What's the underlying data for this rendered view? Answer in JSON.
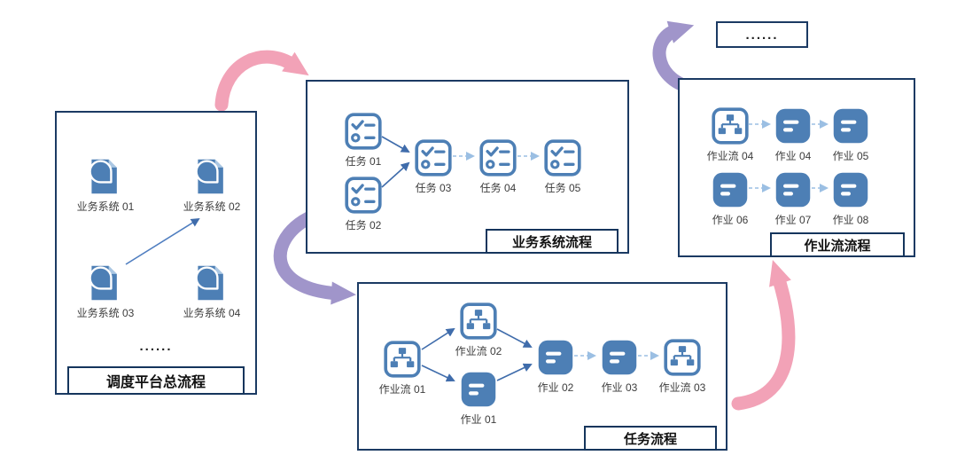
{
  "diagram": {
    "type": "flow-diagram",
    "colors": {
      "icon_blue": "#4d7fb5",
      "box_border": "#1b3a63",
      "arrow_pink": "#f2a2b7",
      "arrow_purple": "#a095ca",
      "connector_solid": "#3f6cab",
      "connector_dashed": "#9bbfe3"
    },
    "ellipsis_top": {
      "label": "......"
    },
    "platform_box": {
      "title": "调度平台总流程",
      "ellipsis": "......",
      "items": [
        {
          "label": "业务系统 01",
          "icon": "document-icon"
        },
        {
          "label": "业务系统 02",
          "icon": "document-icon"
        },
        {
          "label": "业务系统 03",
          "icon": "document-icon"
        },
        {
          "label": "业务系统 04",
          "icon": "document-icon"
        }
      ]
    },
    "business_box": {
      "title": "业务系统流程",
      "items": [
        {
          "label": "任务 01",
          "icon": "checklist-icon"
        },
        {
          "label": "任务 02",
          "icon": "checklist-icon"
        },
        {
          "label": "任务 03",
          "icon": "checklist-icon"
        },
        {
          "label": "任务 04",
          "icon": "checklist-icon"
        },
        {
          "label": "任务 05",
          "icon": "checklist-icon"
        }
      ]
    },
    "task_box": {
      "title": "任务流程",
      "items": [
        {
          "label": "作业流 01",
          "icon": "sitemap-icon"
        },
        {
          "label": "作业流 02",
          "icon": "sitemap-icon"
        },
        {
          "label": "作业 01",
          "icon": "job-card-icon"
        },
        {
          "label": "作业 02",
          "icon": "job-card-icon"
        },
        {
          "label": "作业 03",
          "icon": "job-card-icon"
        },
        {
          "label": "作业流 03",
          "icon": "sitemap-icon"
        }
      ]
    },
    "jobflow_box": {
      "title": "作业流流程",
      "items": [
        {
          "label": "作业流 04",
          "icon": "sitemap-icon"
        },
        {
          "label": "作业 04",
          "icon": "job-card-icon"
        },
        {
          "label": "作业 05",
          "icon": "job-card-icon"
        },
        {
          "label": "作业 06",
          "icon": "job-card-icon"
        },
        {
          "label": "作业 07",
          "icon": "job-card-icon"
        },
        {
          "label": "作业 08",
          "icon": "job-card-icon"
        }
      ]
    }
  }
}
